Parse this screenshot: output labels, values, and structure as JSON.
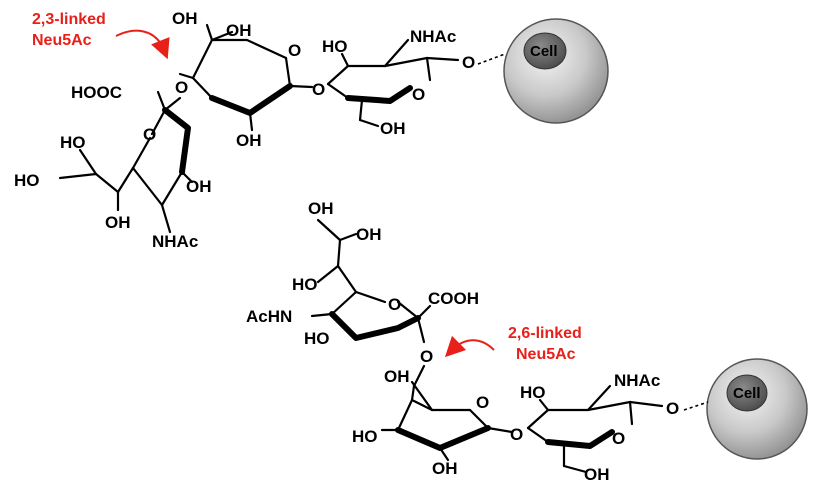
{
  "annotations": {
    "linkage_23_line1": "2,3-linked",
    "linkage_23_line2": "Neu5Ac",
    "linkage_26_line1": "2,6-linked",
    "linkage_26_line2": "Neu5Ac",
    "accent_color": "#e8201a"
  },
  "cells": {
    "top_label": "Cell",
    "bottom_label": "Cell"
  },
  "top_structure": {
    "gal_oh_a": "OH",
    "gal_oh_b": "OH",
    "gal_oh_c": "OH",
    "gal_link_o": "O",
    "glc_oh_a": "HO",
    "glc_nhac": "NHAc",
    "glc_ring_o": "O",
    "glc_oh_b": "OH",
    "cell_link_o": "O",
    "neu_cooh": "HOOC",
    "neu_oh_a": "HO",
    "neu_oh_b": "HO",
    "neu_oh_c": "OH",
    "neu_oh_d": "OH",
    "neu_nhac": "NHAc",
    "neu_link_o": "O"
  },
  "bottom_structure": {
    "neu_oh_a": "OH",
    "neu_oh_b": "OH",
    "neu_oh_c": "HO",
    "neu_cooh": "COOH",
    "neu_nhac": "AcHN",
    "neu_oh_d": "HO",
    "neu_ring_o": "O",
    "neu_link_o": "O",
    "gal_oh_a": "OH",
    "gal_oh_b": "HO",
    "gal_oh_c": "OH",
    "gal_link_o": "O",
    "glc_oh_a": "HO",
    "glc_nhac": "NHAc",
    "glc_ring_o": "O",
    "glc_oh_b": "OH",
    "cell_link_o": "O"
  }
}
